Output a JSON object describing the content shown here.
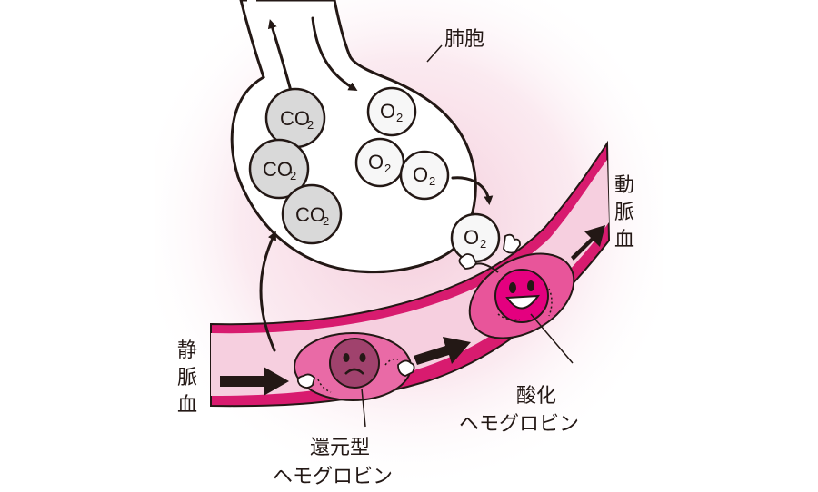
{
  "labels": {
    "alveolus": "肺胞",
    "vein": [
      "静",
      "脈",
      "血"
    ],
    "artery": [
      "動",
      "脈",
      "血"
    ],
    "oxy_hemoglobin": [
      "酸化",
      "ヘモグロビン"
    ],
    "deoxy_hemoglobin": [
      "還元型",
      "ヘモグロビン"
    ]
  },
  "molecules": {
    "co2": {
      "base": "CO",
      "sub": "2"
    },
    "o2": {
      "base": "O",
      "sub": "2"
    }
  },
  "colors": {
    "background_glow": "#f7d9e4",
    "vessel_wall": "#d81b6f",
    "vessel_lumen": "#f6cfdf",
    "rbc_deoxy": "#e96aa6",
    "hb_deoxy": "#a0426d",
    "rbc_oxy": "#e8559a",
    "hb_oxy": "#e4007f",
    "co2_fill": "#d9d9d9",
    "o2_fill": "#f7f7f7",
    "outline": "#231815"
  }
}
